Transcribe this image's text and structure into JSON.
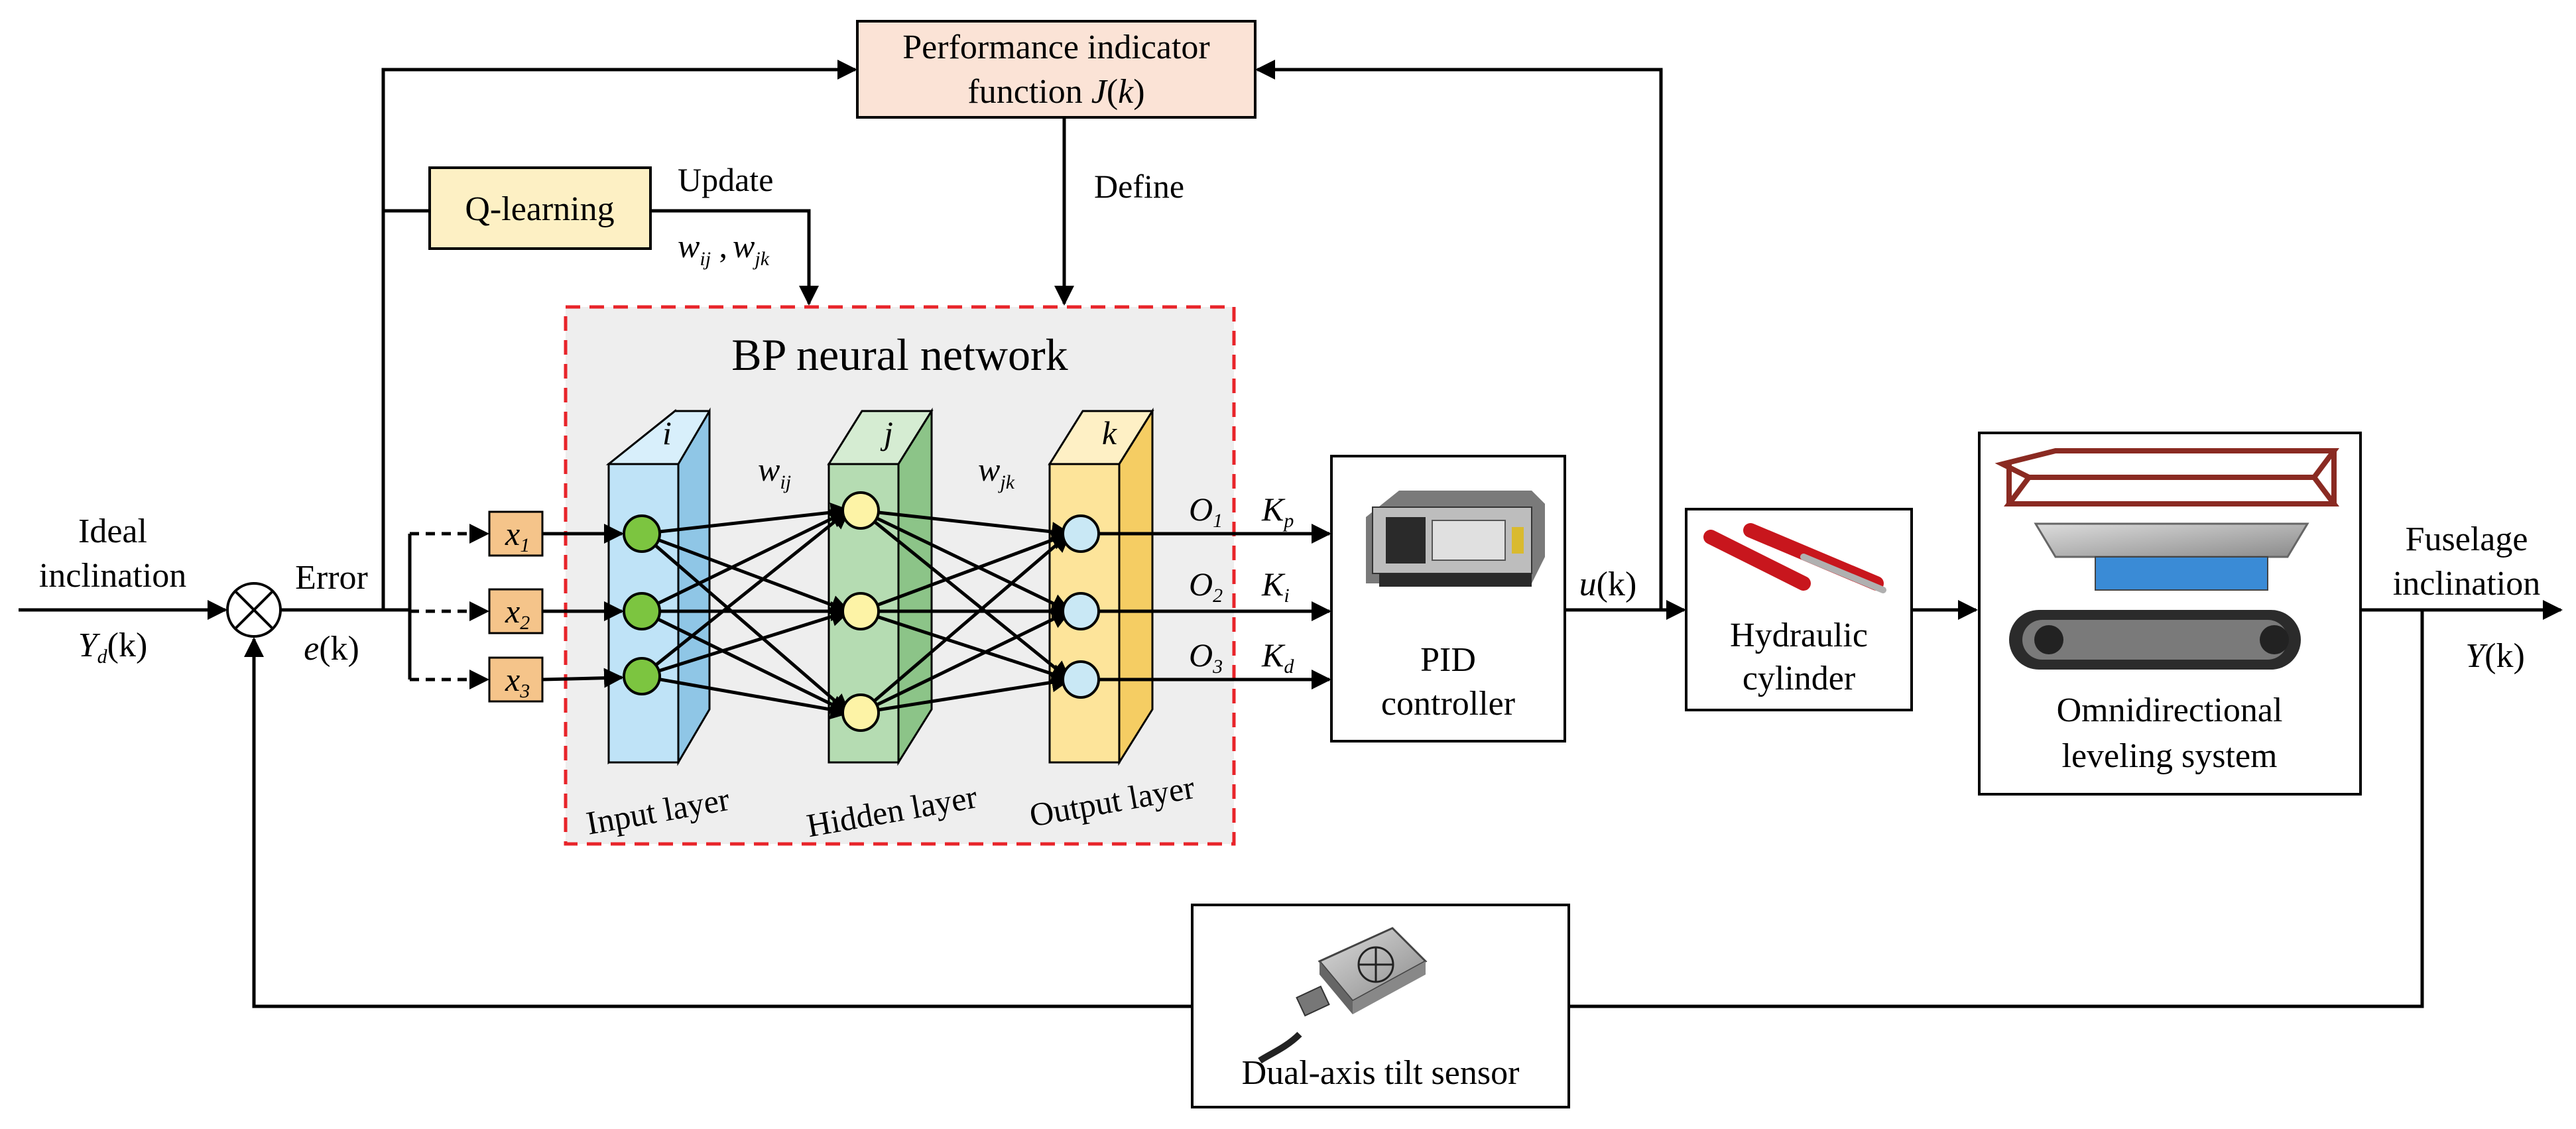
{
  "performance_box": {
    "line1": "Performance indicator",
    "line2": "function ",
    "line2_italic": "J",
    "line2_paren": "(",
    "line2_k": "k",
    "line2_close": ")"
  },
  "define_label": "Define",
  "qlearning_label": "Q-learning",
  "update_label": "Update",
  "weights_update": {
    "w": "w",
    "ij": "ij",
    "comma": " ,",
    "w2": "w",
    "jk": "jk"
  },
  "bp_title": "BP neural network",
  "layers": {
    "input": "Input layer",
    "hidden": "Hidden layer",
    "output": "Output layer",
    "i": "i",
    "j": "j",
    "k": "k"
  },
  "weights": {
    "wij_w": "w",
    "wij_sub": "ij",
    "wjk_w": "w",
    "wjk_sub": "jk"
  },
  "inputs": [
    {
      "x": "x",
      "sub": "1"
    },
    {
      "x": "x",
      "sub": "2"
    },
    {
      "x": "x",
      "sub": "3"
    }
  ],
  "outputs": [
    {
      "o": "O",
      "osub": "1",
      "k": "K",
      "ksub": "p"
    },
    {
      "o": "O",
      "osub": "2",
      "k": "K",
      "ksub": "i"
    },
    {
      "o": "O",
      "osub": "3",
      "k": "K",
      "ksub": "d"
    }
  ],
  "ideal_inclination": {
    "line1": "Ideal",
    "line2": "inclination",
    "y": "Y",
    "ysub": "d",
    "k": "(k)"
  },
  "error_label": "Error",
  "ek_label": {
    "e": "e",
    "k": "(k)"
  },
  "pid": {
    "line1": "PID",
    "line2": "controller"
  },
  "uk_label": {
    "u": "u",
    "k": "(k)"
  },
  "hydraulic": {
    "line1": "Hydraulic",
    "line2": "cylinder"
  },
  "omni": {
    "line1": "Omnidirectional",
    "line2": "leveling system"
  },
  "fuselage": {
    "line1": "Fuselage",
    "line2": "inclination",
    "y": "Y",
    "k": "(k)"
  },
  "sensor_label": "Dual-axis tilt sensor",
  "colors": {
    "performance_fill": "#fbe3d6",
    "qlearning_fill": "#fdf0c4",
    "bp_region_fill": "#eeeeee",
    "bp_border": "#e8242a",
    "input_layer": "#bfe3f7",
    "hidden_layer": "#b5dcb2",
    "output_layer": "#fde49a",
    "input_box": "#f5c48a",
    "input_node": "#7cc540",
    "hidden_node": "#fdf3a6",
    "output_node": "#c9e8f5",
    "hydraulic_red": "#c8161d"
  }
}
